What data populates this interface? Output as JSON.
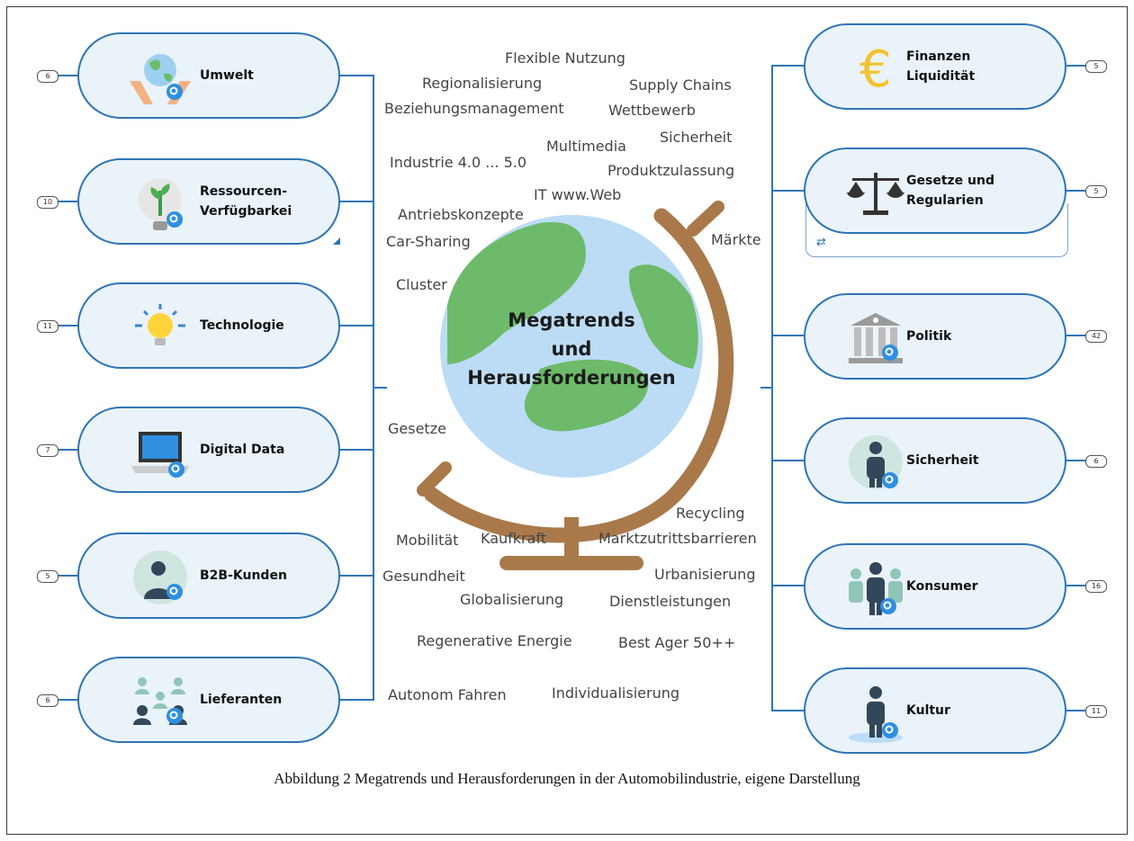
{
  "center": {
    "title": "Megatrends\nund\nHerausforderungen"
  },
  "left_nodes": [
    {
      "label": "Umwelt",
      "count": "6",
      "icon": "globe-hands-icon"
    },
    {
      "label": "Ressourcen-\nVerfügbarkei",
      "count": "10",
      "icon": "plant-bulb-icon"
    },
    {
      "label": "Technologie",
      "count": "11",
      "icon": "lightbulb-icon"
    },
    {
      "label": "Digital Data",
      "count": "7",
      "icon": "laptop-icon"
    },
    {
      "label": "B2B-Kunden",
      "count": "5",
      "icon": "business-person-icon"
    },
    {
      "label": "Lieferanten",
      "count": "6",
      "icon": "people-group-icon"
    }
  ],
  "right_nodes": [
    {
      "label": "Finanzen\nLiquidität",
      "count": "5",
      "icon": "euro-icon"
    },
    {
      "label": "Gesetze und\nRegularien",
      "count": "5",
      "icon": "scales-icon"
    },
    {
      "label": "Politik",
      "count": "42",
      "icon": "government-building-icon"
    },
    {
      "label": "Sicherheit",
      "count": "6",
      "icon": "security-person-icon"
    },
    {
      "label": "Konsumer",
      "count": "16",
      "icon": "consumers-icon"
    },
    {
      "label": "Kultur",
      "count": "11",
      "icon": "culture-person-icon"
    }
  ],
  "keywords": [
    "Flexible Nutzung",
    "Regionalisierung",
    "Supply Chains",
    "Beziehungsmanagement",
    "Wettbewerb",
    "Multimedia",
    "Sicherheit",
    "Industrie 4.0 ... 5.0",
    "Produktzulassung",
    "IT www.Web",
    "Antriebskonzepte",
    "Märkte",
    "Car-Sharing",
    "Cluster",
    "Gesetze",
    "Recycling",
    "Mobilität",
    "Kaufkraft",
    "Marktzutrittsbarrieren",
    "Gesundheit",
    "Urbanisierung",
    "Globalisierung",
    "Dienstleistungen",
    "Regenerative Energie",
    "Best Ager 50++",
    "Autonom Fahren",
    "Individualisierung"
  ],
  "caption": "Abbildung 2 Megatrends und Herausforderungen in der Automobilindustrie, eigene Darstellung",
  "colors": {
    "node_border": "#2f75b5",
    "node_fill": "#eaf3fa",
    "connector": "#2f75b5",
    "globe_water": "#bcdcf6",
    "globe_land": "#6dbb6a",
    "globe_stand": "#a9794a"
  }
}
